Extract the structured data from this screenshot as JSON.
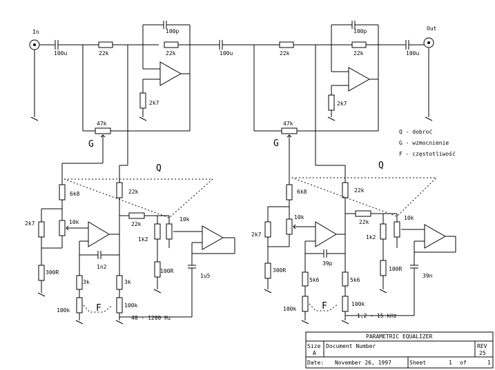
{
  "labels": {
    "in": "In",
    "out": "Out",
    "c_in": "100u",
    "c_mid": "100u",
    "c_out": "100u",
    "r_in_a": "22k",
    "r_fb_a": "22k",
    "c_fb_a": "100p",
    "r_gnd_a": "2k7",
    "r_in_b": "22k",
    "r_fb_b": "22k",
    "c_fb_b": "100p",
    "r_gnd_b": "2k7",
    "pot_g_a": "47k",
    "pot_g_b": "47k",
    "g_a": "G",
    "g_b": "G",
    "q_a": "Q",
    "q_b": "Q",
    "f_a": "F",
    "f_b": "F",
    "r6k8_a": "6k8",
    "r6k8_b": "6k8",
    "r2k7_a": "2k7",
    "r2k7_b": "2k7",
    "r300_a": "300R",
    "r300_b": "300R",
    "pot10k_a1": "10k",
    "pot10k_a2": "10k",
    "pot10k_b1": "10k",
    "pot10k_b2": "10k",
    "r22k_a1": "22k",
    "r22k_a2": "22k",
    "r22k_b1": "22k",
    "r22k_b2": "22k",
    "r1k2_a": "1k2",
    "r1k2_b": "1k2",
    "r100_a": "100R",
    "r100_b": "100R",
    "cap_1n2": "1n2",
    "cap_39p": "39p",
    "cap_1u5": "1u5",
    "cap_39n": "39n",
    "r3k_a1": "3k",
    "r3k_a2": "3k",
    "r5k6_b1": "5k6",
    "r5k6_b2": "5k6",
    "pot100k_a1": "100k",
    "pot100k_a2": "100k",
    "pot100k_b1": "100k",
    "pot100k_b2": "100k",
    "range_a": "40 - 1200 Hz",
    "range_b": "1,2 - 15 kHz"
  },
  "legend": [
    "Q - dobroć",
    "G - wzmocnienie",
    "F - częstotliwość"
  ],
  "title_block": {
    "title": "PARAMETRIC EQUALIZER",
    "size_label": "Size",
    "size_value": "A",
    "docnum_label": "Document Number",
    "rev_label": "REV",
    "rev_value": "25",
    "date_label": "Date:",
    "date_value": "November 26, 1997",
    "sheet_label": "Sheet",
    "sheet_value": "1",
    "of_label": "of",
    "of_value": "1"
  }
}
